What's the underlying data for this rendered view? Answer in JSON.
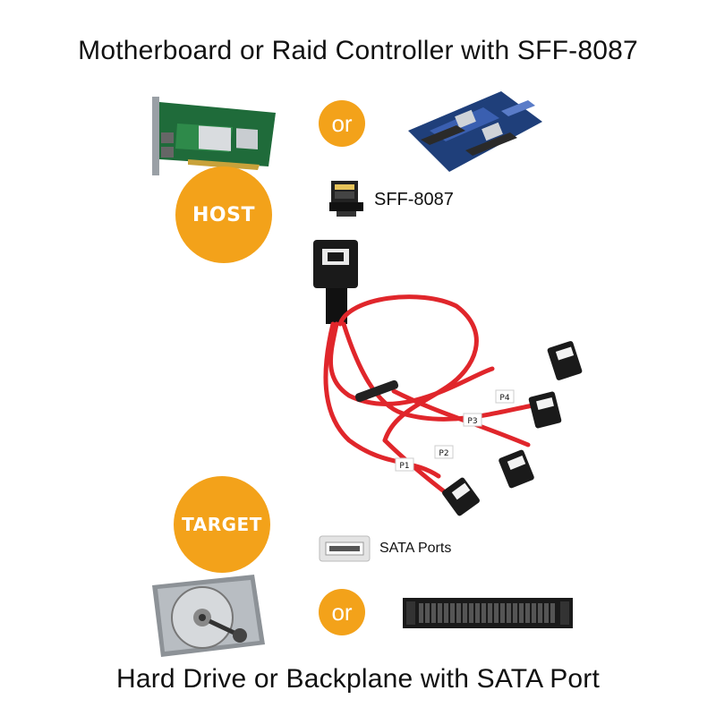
{
  "title_top": "Motherboard or Raid Controller with SFF-8087",
  "title_bottom": "Hard Drive or Backplane with SATA Port",
  "host_badge": "HOST",
  "target_badge": "TARGET",
  "or_top": "or",
  "or_bottom": "or",
  "sff_label": "SFF-8087",
  "sata_label": "SATA Ports",
  "cable_tags": [
    "P4",
    "P3",
    "P2",
    "P1"
  ],
  "colors": {
    "accent": "#f3a21a",
    "cable": "#e0262b",
    "connector": "#1a1a1a",
    "pcb_green": "#1f6b3a",
    "board_blue": "#27438a"
  }
}
